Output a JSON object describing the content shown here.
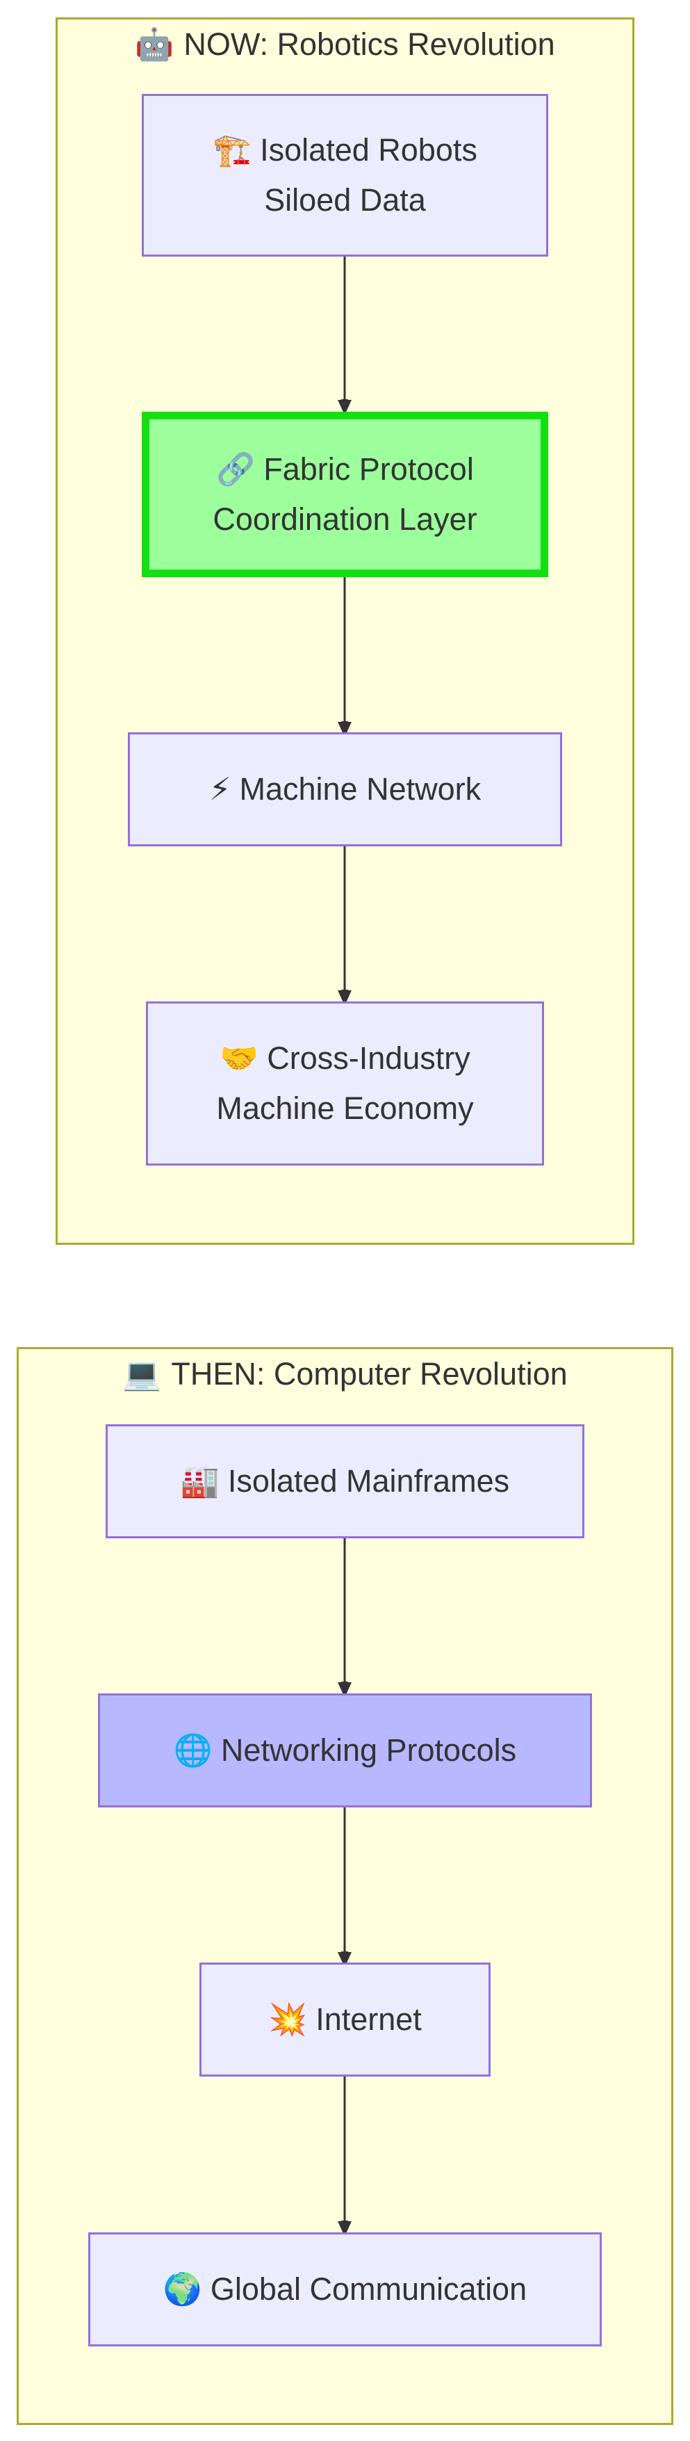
{
  "now_cluster": {
    "title": "NOW: Robotics Revolution",
    "icon": "robot-icon",
    "icon_glyph": "🤖",
    "nodes": [
      {
        "icon": "crane-icon",
        "icon_glyph": "🏗️",
        "line1": "Isolated Robots",
        "line2": "Siloed Data"
      },
      {
        "icon": "link-icon",
        "icon_glyph": "🔗",
        "line1": "Fabric Protocol",
        "line2": "Coordination Layer"
      },
      {
        "icon": "lightning-icon",
        "icon_glyph": "⚡",
        "line1": "Machine Network"
      },
      {
        "icon": "handshake-icon",
        "icon_glyph": "🤝",
        "line1": "Cross-Industry",
        "line2": "Machine Economy"
      }
    ]
  },
  "then_cluster": {
    "title": "THEN: Computer Revolution",
    "icon": "laptop-icon",
    "icon_glyph": "💻",
    "nodes": [
      {
        "icon": "factory-icon",
        "icon_glyph": "🏭",
        "line1": "Isolated Mainframes"
      },
      {
        "icon": "globe-network-icon",
        "icon_glyph": "🌐",
        "line1": "Networking Protocols"
      },
      {
        "icon": "collision-icon",
        "icon_glyph": "💥",
        "line1": "Internet"
      },
      {
        "icon": "earth-icon",
        "icon_glyph": "🌍",
        "line1": "Global Communication"
      }
    ]
  },
  "colors": {
    "cluster_fill": "#ffffde",
    "cluster_border": "#aaaa33",
    "node_fill": "#ececff",
    "node_border": "#9370db",
    "highlight_fill": "#9cff9c",
    "highlight_border": "#13e013",
    "protocol_fill": "#b7b8ff",
    "edge": "#333333"
  }
}
